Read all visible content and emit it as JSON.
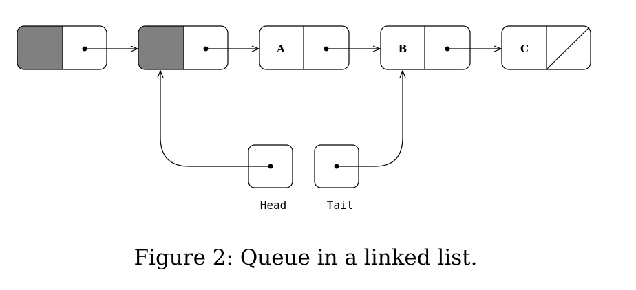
{
  "diagram": {
    "nodes": [
      {
        "id": "dummy1",
        "label": "",
        "kind": "dummy",
        "next": "dummy2"
      },
      {
        "id": "dummy2",
        "label": "",
        "kind": "dummy",
        "next": "a"
      },
      {
        "id": "a",
        "label": "A",
        "kind": "data",
        "next": "b"
      },
      {
        "id": "b",
        "label": "B",
        "kind": "data",
        "next": "c"
      },
      {
        "id": "c",
        "label": "C",
        "kind": "data",
        "next": null
      }
    ],
    "pointers": [
      {
        "id": "head",
        "label": "Head",
        "target": "dummy2"
      },
      {
        "id": "tail",
        "label": "Tail",
        "target": "b"
      }
    ],
    "colors": {
      "dummy_fill": "#808080",
      "stroke": "#000000",
      "background": "#ffffff"
    }
  },
  "caption": "Figure 2: Queue in a linked list."
}
